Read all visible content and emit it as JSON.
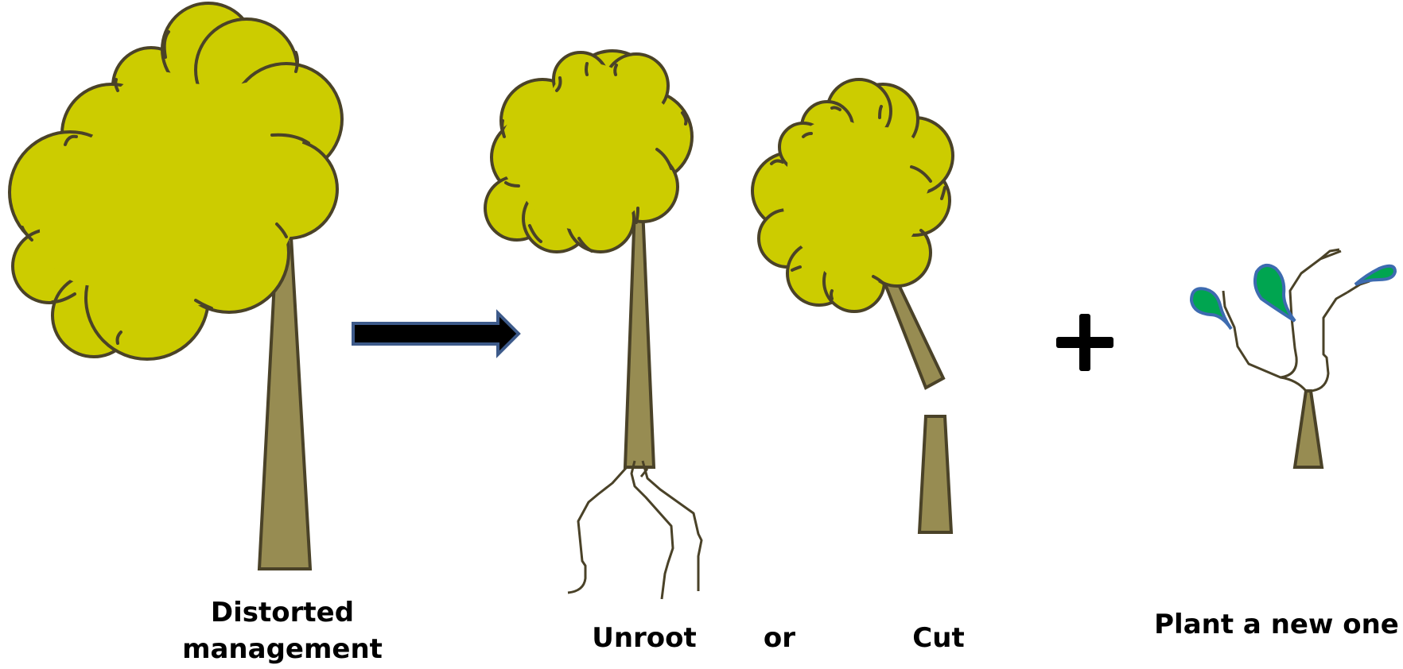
{
  "labels": {
    "distorted_line1": "Distorted",
    "distorted_line2": "management",
    "unroot": "Unroot",
    "or": "or",
    "cut": "Cut",
    "plant": "Plant a new one"
  },
  "colors": {
    "crown": "#cccc00",
    "trunk": "#978c52",
    "outline": "#4a4228",
    "arrow_fill": "#000000",
    "arrow_edge": "#3d5a8a",
    "leaf": "#00a550",
    "leaf_edge": "#3d6bb0",
    "plus": "#000000"
  },
  "icons": [
    "large-tree-icon",
    "arrow-right-icon",
    "uprooted-tree-icon",
    "cut-tree-icon",
    "plus-icon",
    "sapling-icon"
  ]
}
